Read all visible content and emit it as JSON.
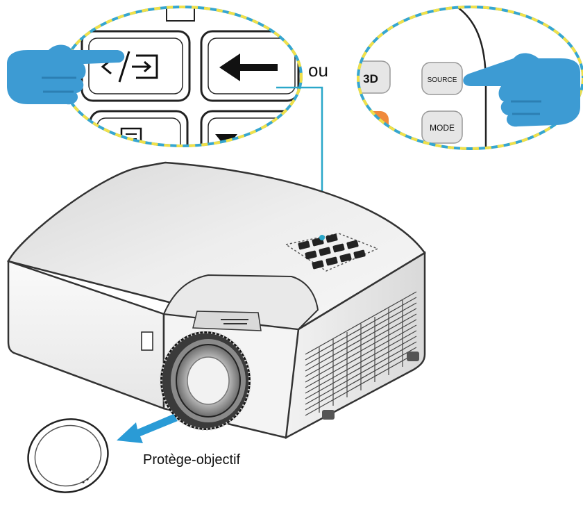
{
  "labels": {
    "or": "ou",
    "lens_cap": "Protège-objectif"
  },
  "remote": {
    "source_button": "SOURCE",
    "mode_button": "MODE",
    "threed_button": "3D"
  },
  "colors": {
    "hand": "#3d9bd3",
    "hand_shadow": "#2c7fb3",
    "callout_line": "#2aa7c9",
    "callout_dash_a": "#f0e04a",
    "callout_dash_b": "#36a6cf",
    "arrow": "#2a9bd6"
  },
  "icons": {
    "left_hand": "pointing-hand-icon",
    "right_hand": "pointing-hand-icon",
    "source_icon": "input-source-icon",
    "enter_arrow": "left-arrow-icon",
    "menu_icon": "menu-list-icon",
    "down_arrow": "down-triangle-icon",
    "pull_arrow": "pull-direction-arrow-icon"
  }
}
